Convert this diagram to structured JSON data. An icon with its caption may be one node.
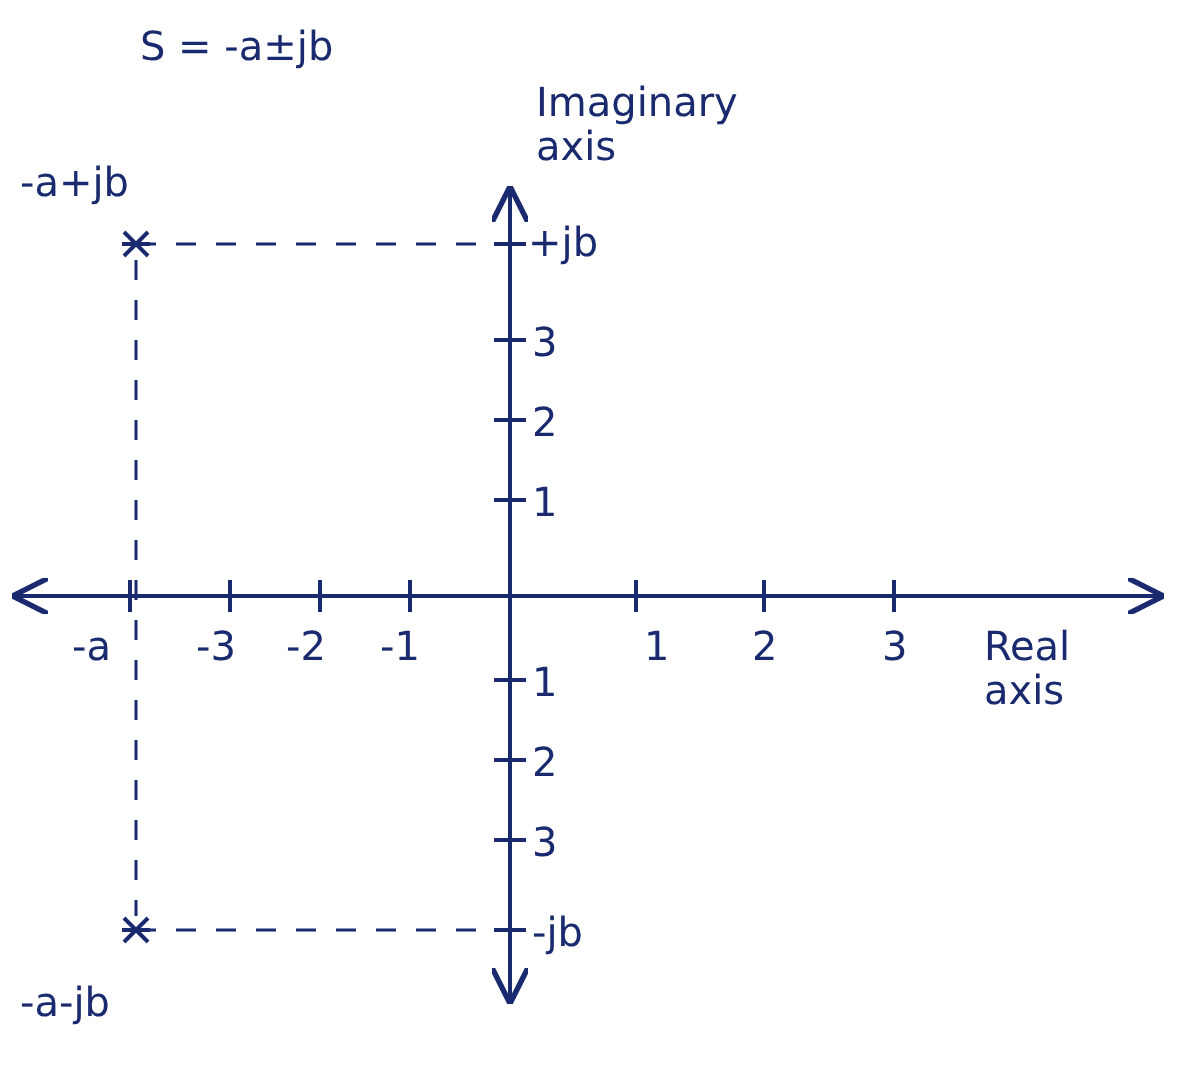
{
  "diagram": {
    "title": "S = -a±jb",
    "labels": [
      "-a+jb",
      "Imaginary axis",
      "+jb",
      "3",
      "2",
      "1",
      "-a",
      "-3",
      "-2",
      "-1",
      "1",
      "2",
      "3",
      "Real axis",
      "1",
      "2",
      "3",
      "-jb",
      "-a-jb"
    ]
  }
}
